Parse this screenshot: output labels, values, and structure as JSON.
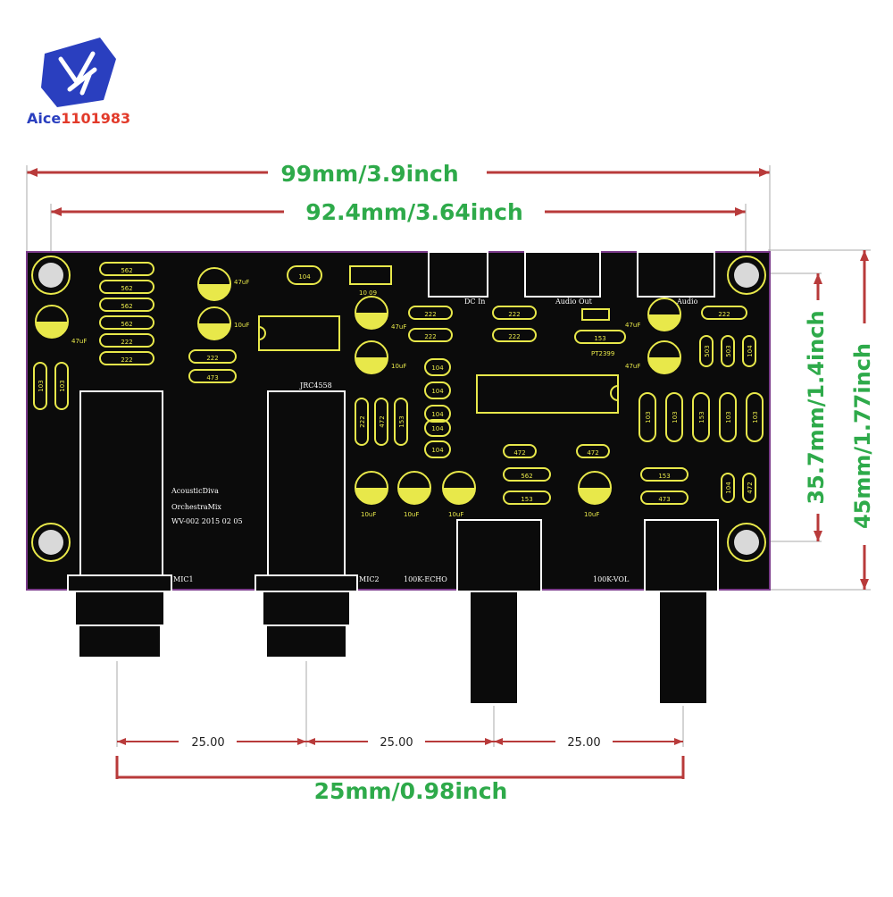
{
  "brand": {
    "text_prefix": "Aice",
    "text_suffix": "1101983",
    "colors": {
      "blue": "#2a3fbf",
      "red": "#e23a2a",
      "purple": "#6a2fb0"
    }
  },
  "dimensions": {
    "width_outer": "99mm/3.9inch",
    "width_inner": "92.4mm/3.64inch",
    "height_inner": "35.7mm/1.4inch",
    "height_outer": "45mm/1.77inch",
    "pitch_label": "25.00",
    "pitch_total": "25mm/0.98inch"
  },
  "board": {
    "color": "#0b0b0b",
    "outline_color": "#7a3a8a",
    "silk_color": "#e8e84a",
    "resistors_left": [
      "562",
      "562",
      "562",
      "562",
      "222",
      "222"
    ],
    "resistors_mid": [
      "222",
      "473"
    ],
    "resistors_center": [
      "222",
      "222",
      "222",
      "222"
    ],
    "resistors_right_top": [
      "222",
      "153"
    ],
    "vertical_left": [
      "103",
      "103"
    ],
    "vertical_mid": [
      "222",
      "472",
      "153"
    ],
    "vertical_right": [
      "103",
      "103",
      "153",
      "103",
      "103"
    ],
    "caps_small": [
      "104",
      "104",
      "104",
      "104",
      "104"
    ],
    "right_small": [
      "503",
      "503",
      "104"
    ],
    "right_small2": [
      "104",
      "472"
    ],
    "mid_lower_res": [
      "472",
      "562",
      "153"
    ],
    "right_lower_res": [
      "472",
      "153",
      "473"
    ],
    "connectors": [
      "DC In",
      "Audio Out",
      "Audio"
    ],
    "labels": {
      "cap_47uf": "47uF",
      "cap_10uf": "10uF",
      "chip_ic": "PT2399",
      "jack_label": "JRC4558",
      "text_block": [
        "AcousticDiva",
        "OrchestraMix",
        "WV-002 2015 02 05"
      ],
      "pot_labels": [
        "MIC1",
        "MIC2",
        "100K-ECHO",
        "100K-VOL"
      ],
      "chip_mark": "104",
      "small_label": "10 09"
    }
  }
}
